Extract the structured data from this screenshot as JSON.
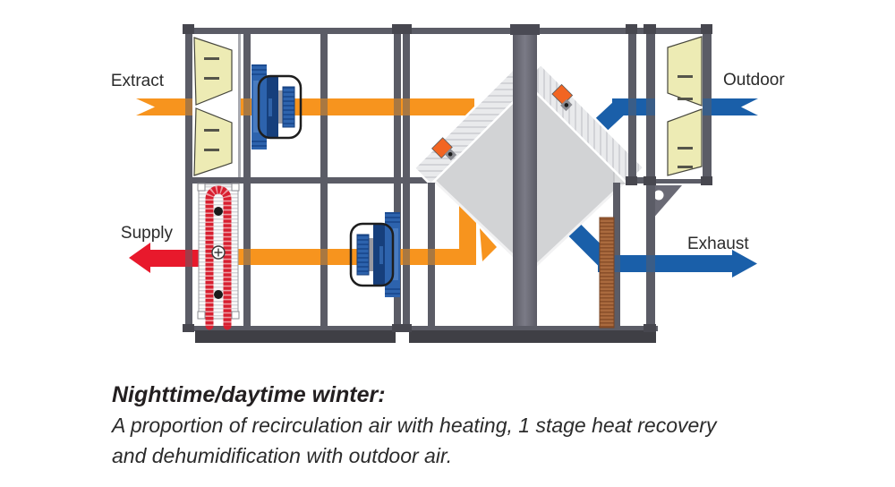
{
  "diagram": {
    "flow_labels": {
      "extract": "Extract",
      "supply": "Supply",
      "outdoor": "Outdoor",
      "exhaust": "Exhaust"
    },
    "caption": {
      "title": "Nighttime/daytime winter:",
      "line1": "A proportion of recirculation air with heating, 1 stage heat recovery",
      "line2": "and dehumidification with outdoor air."
    },
    "colors": {
      "extract_air": "#F7941E",
      "supply_air": "#E8192C",
      "outdoor_exhaust_air": "#1A5FA9",
      "frame": "#5B5C66",
      "column": "#6B6B76",
      "base": "#3F3F45",
      "filter_media": "#EDEBB4",
      "heat_exchanger": "#D2D3D5",
      "fan": "#2D63AD",
      "heater_coil": "#D81F30",
      "dehumidifier_coil": "#AA6A3E",
      "sensor": "#F26522"
    },
    "components": {
      "extract_filter": "v-bank-filter",
      "outdoor_filter": "v-bank-filter",
      "extract_fan": "centrifugal-fan",
      "supply_fan": "centrifugal-fan",
      "heating_coil": "electric-heating-coil",
      "heat_exchanger": "cross-flow-heat-exchanger",
      "sensors": "temperature-sensor",
      "dehumidifier": "dehumidifier-coil"
    }
  }
}
